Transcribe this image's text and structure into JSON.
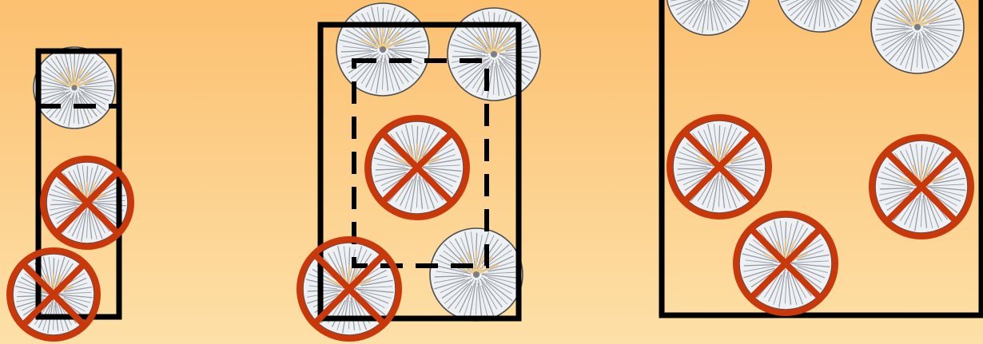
{
  "canvas": {
    "background_top": "#fcc070",
    "background_bottom": "#fde0a8"
  },
  "style": {
    "frame_color": "#000000",
    "cross_color": "#c9380a",
    "disc_stroke": "#4d4d4d",
    "disc_fill": "#eef1f4",
    "disc_texture": "#7b7e86",
    "disc_highlight": "#f0c880"
  },
  "legend": {
    "solid_frame": "outer-box",
    "dashed_frame": "inner-box",
    "plain_disc": "included-cell",
    "crossed_disc": "excluded-cell"
  },
  "panels": [
    {
      "name": "panel-narrow",
      "has_inner_dashed_box": true,
      "kept_cells": 1,
      "excluded_cells": 2
    },
    {
      "name": "panel-medium",
      "has_inner_dashed_box": true,
      "kept_cells": 3,
      "excluded_cells": 2
    },
    {
      "name": "panel-wide",
      "has_inner_dashed_box": false,
      "kept_cells": 3,
      "excluded_cells": 3
    }
  ]
}
